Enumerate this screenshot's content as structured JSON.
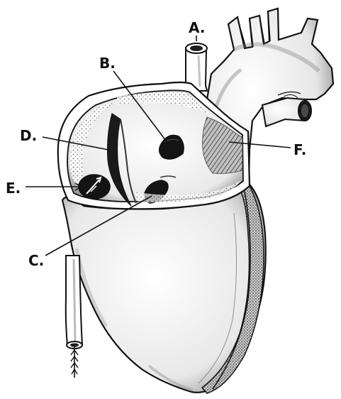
{
  "labels": {
    "a": "A.",
    "b": "B.",
    "c": "C.",
    "d": "D.",
    "e": "E.",
    "f": "F."
  },
  "colors": {
    "ink": "#111111",
    "paper": "#ffffff",
    "shade": "#7a7a7a"
  }
}
